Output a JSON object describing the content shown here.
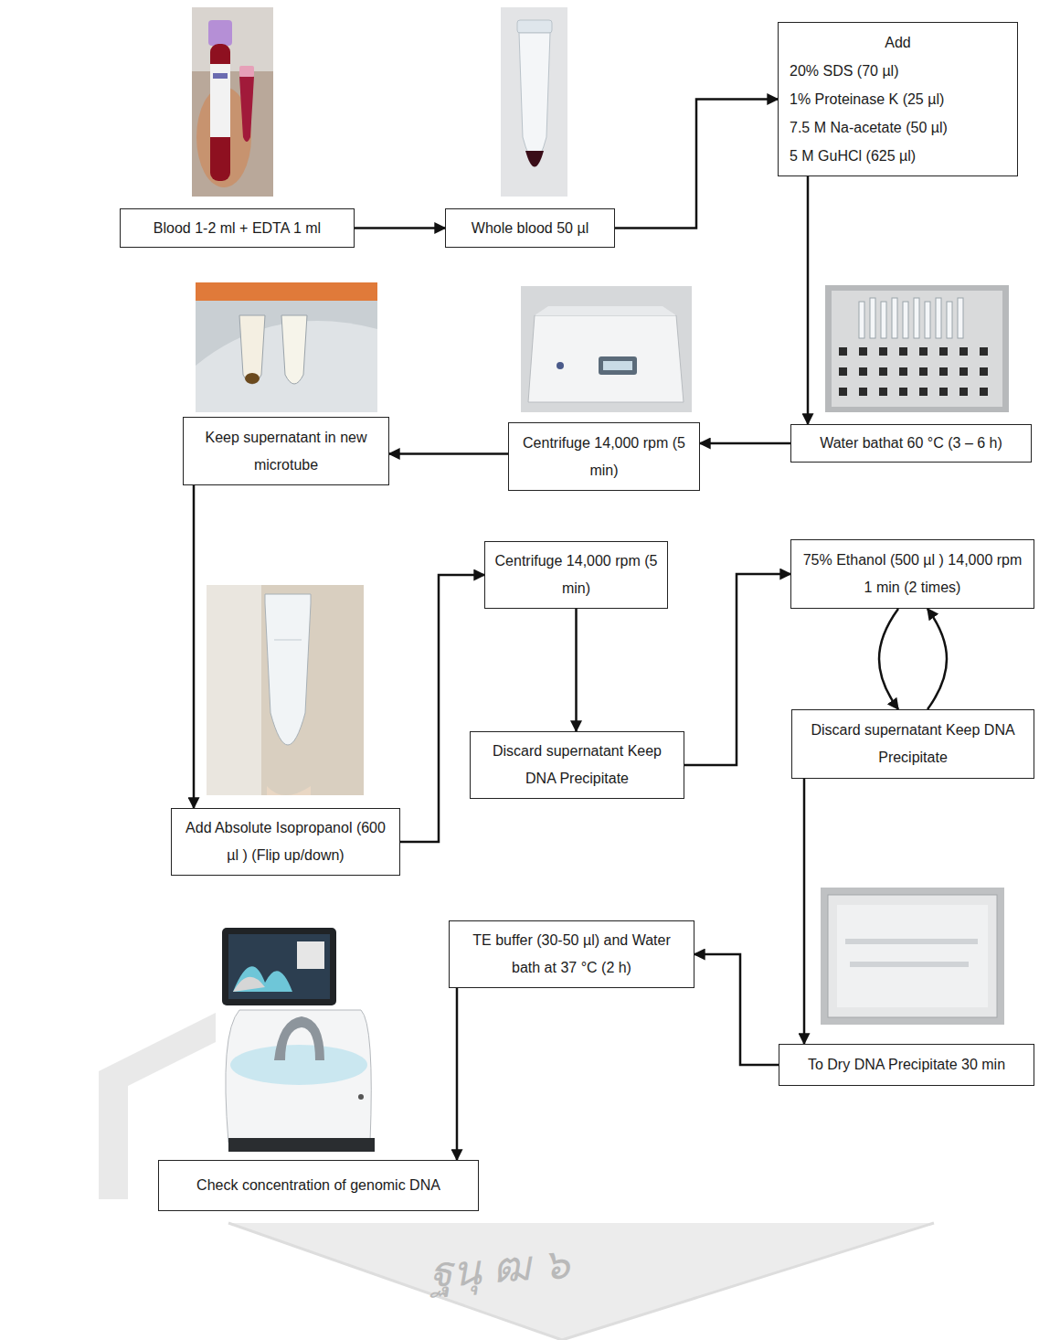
{
  "diagram": {
    "nodes": [
      {
        "text": [
          "Blood 1-2 ml + EDTA 1 ml"
        ]
      },
      {
        "text": [
          "Whole blood 50 µl"
        ]
      },
      {
        "text": [
          "Add",
          "20% SDS (70 µl)",
          "1% Proteinase K (25 µl)",
          "7.5 M Na-acetate (50 µl)",
          "5 M GuHCl (625 µl)"
        ]
      },
      {
        "text": [
          "Water bathat 60 °C (3 – 6 h)"
        ]
      },
      {
        "text": [
          "Centrifuge 14,000 rpm (5 min)"
        ]
      },
      {
        "text": [
          "Keep supernatant in new microtube"
        ]
      },
      {
        "text": [
          "Add Absolute Isopropanol (600 µl ) (Flip up/down)"
        ]
      },
      {
        "text": [
          "Centrifuge 14,000 rpm (5 min)"
        ]
      },
      {
        "text": [
          "Discard supernatant Keep DNA Precipitate"
        ]
      },
      {
        "text": [
          "75% Ethanol (500 µl ) 14,000 rpm 1 min (2 times)"
        ]
      },
      {
        "text": [
          "Discard supernatant Keep DNA Precipitate"
        ]
      },
      {
        "text": [
          "To Dry DNA Precipitate 30 min"
        ]
      },
      {
        "text": [
          "TE buffer (30-50 µl) and Water bath at 37 °C (2 h)"
        ]
      },
      {
        "text": [
          "Check concentration of genomic DNA"
        ]
      }
    ],
    "edges": [
      {
        "from": 0,
        "to": 1,
        "arrow": "to"
      },
      {
        "from": 1,
        "to": 2,
        "arrow": "to"
      },
      {
        "from": 2,
        "to": 3,
        "arrow": "to"
      },
      {
        "from": 3,
        "to": 4,
        "arrow": "to"
      },
      {
        "from": 4,
        "to": 5,
        "arrow": "to"
      },
      {
        "from": 5,
        "to": 6,
        "arrow": "to"
      },
      {
        "from": 6,
        "to": 7,
        "arrow": "to"
      },
      {
        "from": 7,
        "to": 8,
        "arrow": "to"
      },
      {
        "from": 8,
        "to": 9,
        "arrow": "to"
      },
      {
        "from": 9,
        "to": 10,
        "arrow": "both"
      },
      {
        "from": 10,
        "to": 11,
        "arrow": "to"
      },
      {
        "from": 11,
        "to": 12,
        "arrow": "to"
      },
      {
        "from": 12,
        "to": 13,
        "arrow": "to"
      }
    ],
    "labels": [
      "ฐนุ ฒ ๖"
    ]
  }
}
